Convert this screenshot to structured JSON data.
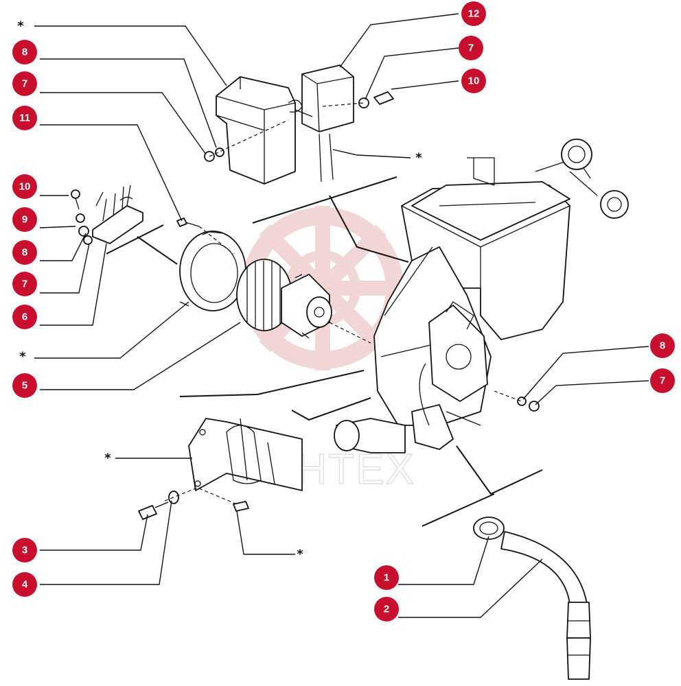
{
  "watermark": {
    "text": "ИНТЕХ",
    "color": "#e8b4b4"
  },
  "callout_color": "#c8102e",
  "callouts": {
    "left_8_top": "8",
    "left_7_top": "7",
    "left_11": "11",
    "left_10": "10",
    "left_9": "9",
    "left_8_mid": "8",
    "left_7_mid": "7",
    "left_6": "6",
    "left_5": "5",
    "left_3": "3",
    "left_4": "4",
    "top_12": "12",
    "top_7": "7",
    "top_10": "10",
    "right_8": "8",
    "right_7": "7",
    "bottom_1": "1",
    "bottom_2": "2"
  },
  "asterisk": "*",
  "parts": [
    "ignition-box",
    "ignition-transformer",
    "electrode-block",
    "fan-housing-ring",
    "fan-motor-impeller",
    "burner-body",
    "gas-valve-block",
    "bracket",
    "hose",
    "hose-clamp"
  ]
}
